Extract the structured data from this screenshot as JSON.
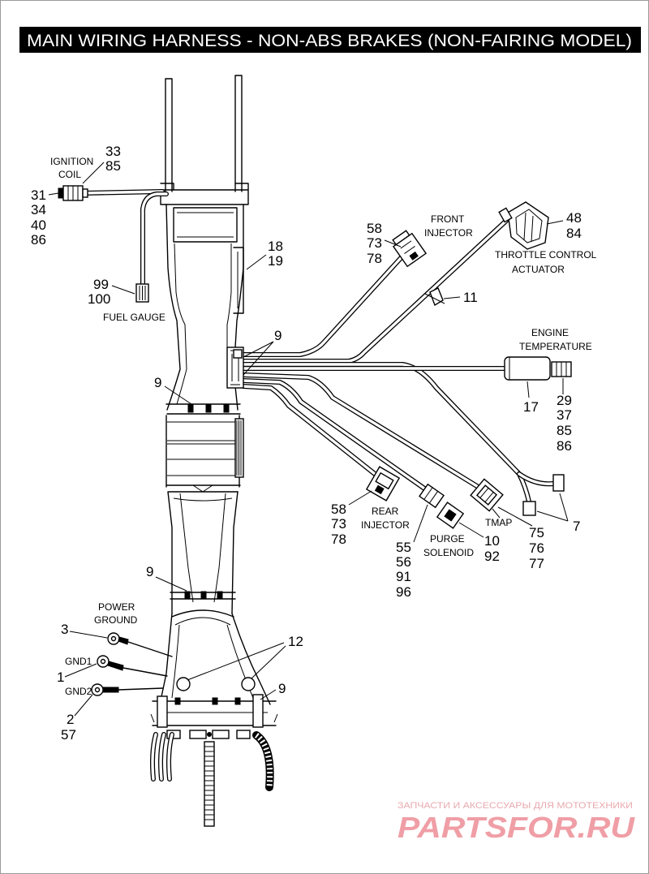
{
  "title": "MAIN WIRING HARNESS - NON-ABS BRAKES (NON-FAIRING MODEL)",
  "labels": {
    "ignition_coil": [
      "IGNITION",
      "COIL"
    ],
    "fuel_gauge": "FUEL GAUGE",
    "front_injector": [
      "FRONT",
      "INJECTOR"
    ],
    "throttle_control_actuator": [
      "THROTTLE CONTROL",
      "ACTUATOR"
    ],
    "engine_temperature": [
      "ENGINE",
      "TEMPERATURE"
    ],
    "rear_injector": [
      "REAR",
      "INJECTOR"
    ],
    "purge_solenoid": [
      "PURGE",
      "SOLENOID"
    ],
    "tmap": "TMAP",
    "power_ground": [
      "POWER",
      "GROUND"
    ],
    "gnd1": "GND1",
    "gnd2": "GND2"
  },
  "callouts": {
    "ignition_coil": [
      "33",
      "85"
    ],
    "ignition_coil_connector": [
      "31",
      "34",
      "40",
      "86"
    ],
    "fuel_gauge": [
      "99",
      "100"
    ],
    "frame_right_upper": [
      "18",
      "19"
    ],
    "front_injector": [
      "58",
      "73",
      "78"
    ],
    "throttle_control_actuator": [
      "48",
      "84"
    ],
    "throttle_wire_tie": "11",
    "strap_upper_right": "9",
    "engine_temperature_sensor": "17",
    "engine_temperature_connector": [
      "29",
      "37",
      "85",
      "86"
    ],
    "strap_upper_left": "9",
    "rear_injector": [
      "58",
      "73",
      "78"
    ],
    "purge_solenoid_connector": [
      "55",
      "56",
      "91",
      "96"
    ],
    "purge_solenoid": [
      "10",
      "92"
    ],
    "tmap": [
      "75",
      "76",
      "77"
    ],
    "harness_end_7": "7",
    "strap_lower_left": "9",
    "power_ground": "3",
    "gnd1": "1",
    "gnd2": [
      "2",
      "57"
    ],
    "frame_holes": "12",
    "strap_bottom_right": "9"
  },
  "watermark": {
    "tagline": "ЗАПЧАСТИ И АКСЕССУАРЫ ДЛЯ МОТОТЕХНИКИ",
    "logo": "PARTSFOR.RU"
  },
  "colors": {
    "ink": "#000000",
    "title_bar": "#000000",
    "title_text": "#ffffff",
    "watermark": "#ee8e97"
  }
}
